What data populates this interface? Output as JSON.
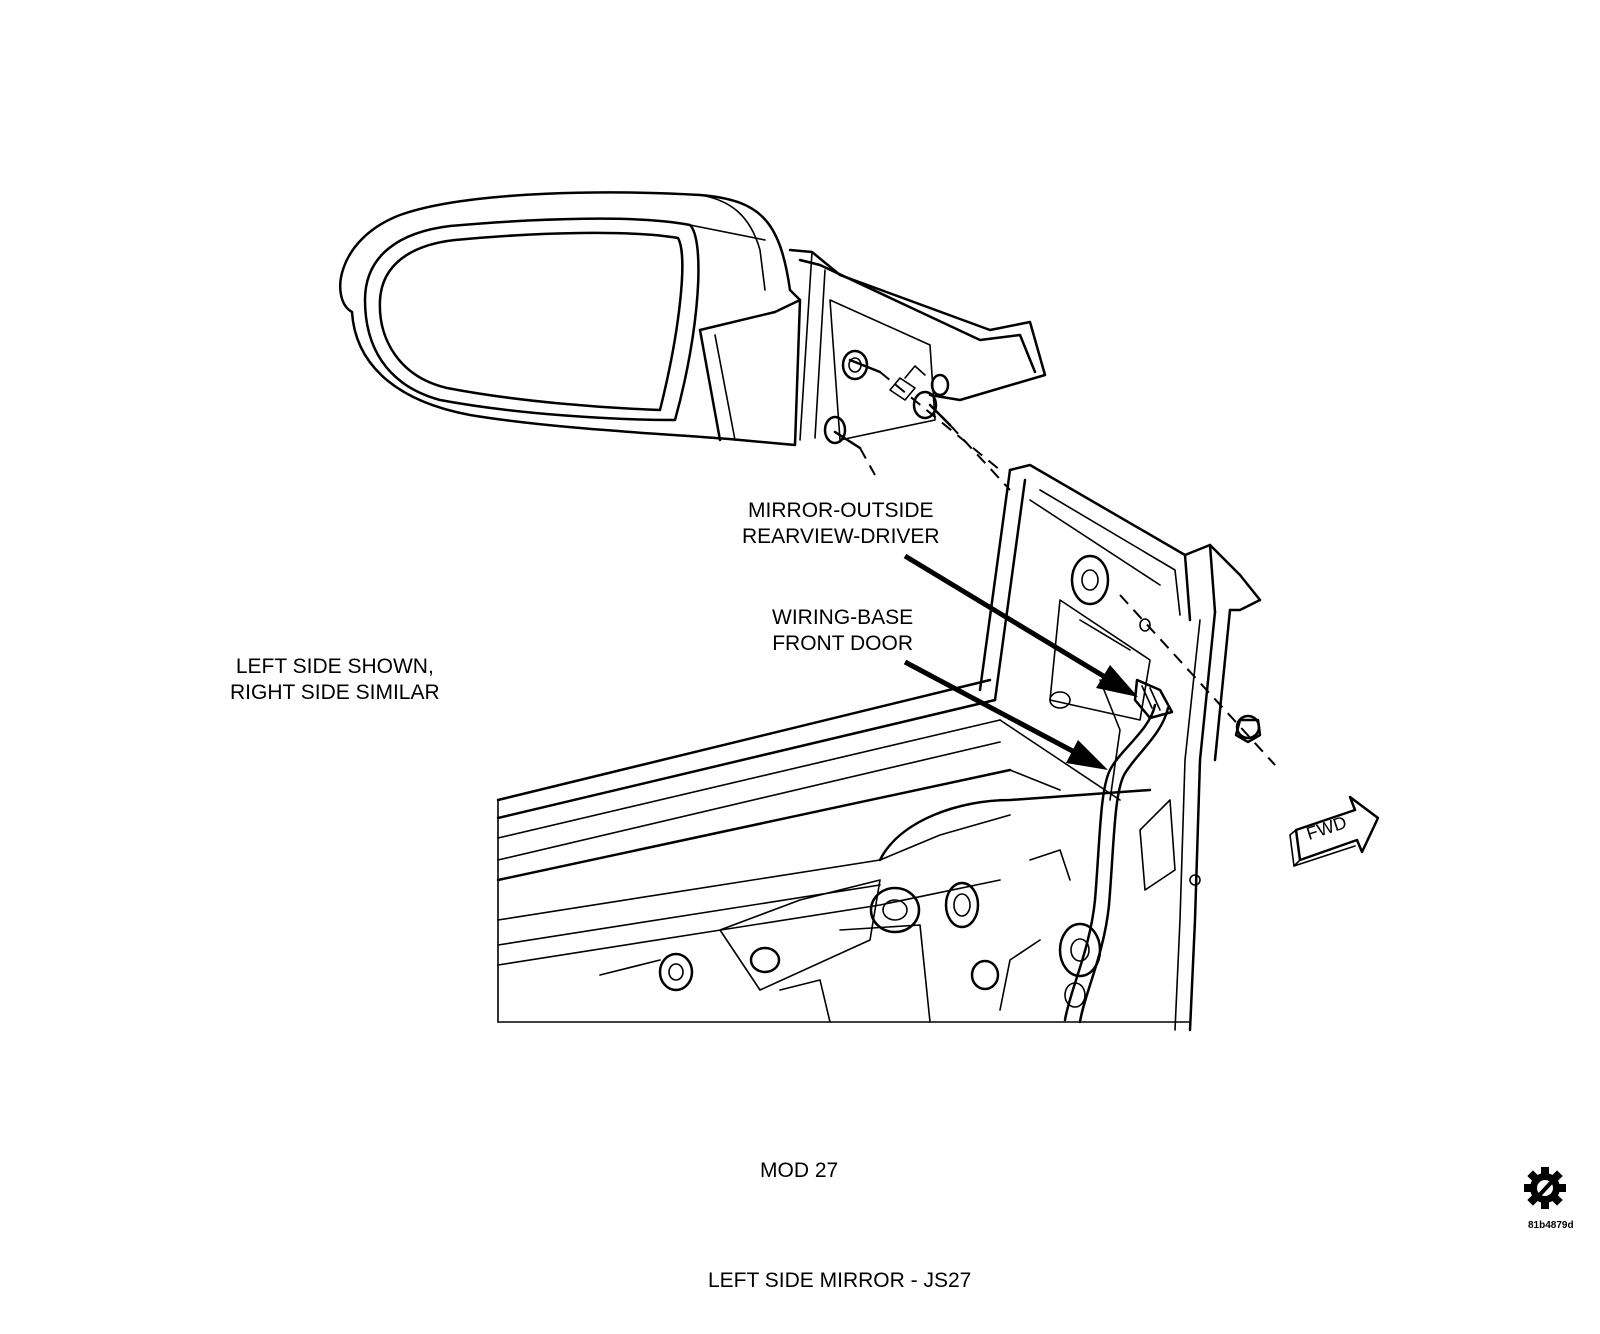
{
  "labels": {
    "mirror": [
      "MIRROR-OUTSIDE",
      "REARVIEW-DRIVER"
    ],
    "wiring": [
      "WIRING-BASE",
      "FRONT DOOR"
    ],
    "note": [
      "LEFT SIDE SHOWN,",
      "RIGHT SIDE SIMILAR"
    ],
    "fwd": "FWD",
    "model": "MOD 27",
    "caption": "LEFT SIDE MIRROR - JS27",
    "image_code": "81b4879d"
  },
  "colors": {
    "line": "#000000",
    "background": "#ffffff"
  },
  "icons": {
    "logo": "gear-slash-logo-icon",
    "fwd_arrow": "fwd-arrow-icon"
  }
}
